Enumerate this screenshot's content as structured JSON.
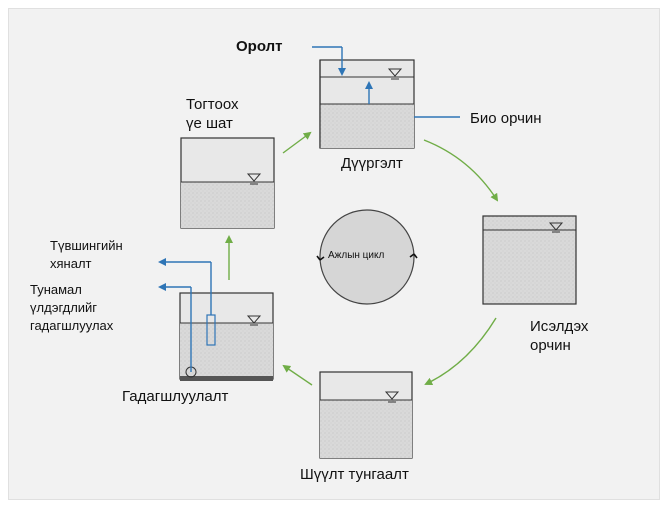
{
  "labels": {
    "inlet": "Оролт",
    "settling": [
      "Тогтоох",
      "үе шат"
    ],
    "bio_medium": "Био орчин",
    "filling": "Дүүргэлт",
    "level_control": [
      "Түвшингийн",
      "хяналт"
    ],
    "sludge_removal": [
      "Тунамал",
      "үлдэгдлийг",
      "гадагшлуулах"
    ],
    "cycle": "Ажлын цикл",
    "oxidation": [
      "Исэлдэх",
      "орчин"
    ],
    "discharge": "Гадагшлуулалт",
    "sedimentation": "Шүүлт тунгаалт"
  },
  "colors": {
    "tank_fill": "#e4e4e4",
    "tank_border": "#333333",
    "pipe_blue": "#2e75b6",
    "arrow_green": "#70ad47",
    "background": "#f2f2f2"
  }
}
